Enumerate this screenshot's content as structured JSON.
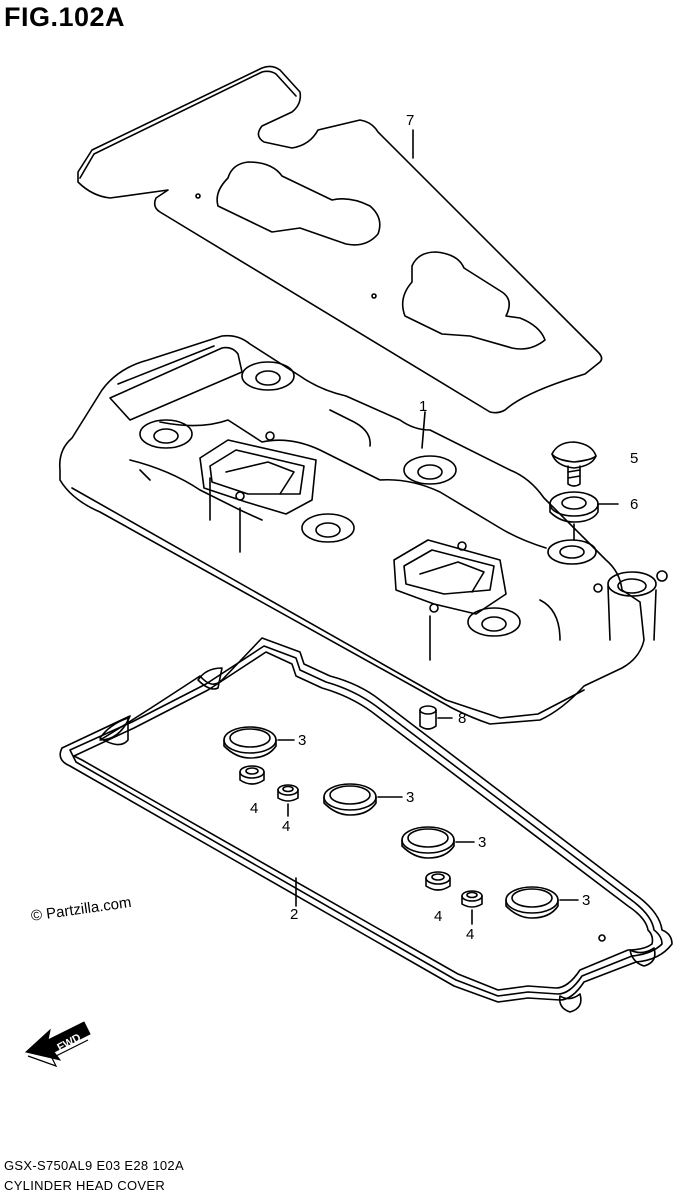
{
  "figure": {
    "title": "FIG.102A",
    "code": "GSX-S750AL9  E03  E28  102A",
    "name": "CYLINDER HEAD COVER"
  },
  "watermark": "© Partzilla.com",
  "direction_marker": "FWD",
  "callouts": [
    {
      "id": "c7",
      "label": "7"
    },
    {
      "id": "c1",
      "label": "1"
    },
    {
      "id": "c5",
      "label": "5"
    },
    {
      "id": "c6",
      "label": "6"
    },
    {
      "id": "c8",
      "label": "8"
    },
    {
      "id": "c3a",
      "label": "3"
    },
    {
      "id": "c3b",
      "label": "3"
    },
    {
      "id": "c3c",
      "label": "3"
    },
    {
      "id": "c3d",
      "label": "3"
    },
    {
      "id": "c4a",
      "label": "4"
    },
    {
      "id": "c4b",
      "label": "4"
    },
    {
      "id": "c4c",
      "label": "4"
    },
    {
      "id": "c4d",
      "label": "4"
    },
    {
      "id": "c2",
      "label": "2"
    }
  ]
}
